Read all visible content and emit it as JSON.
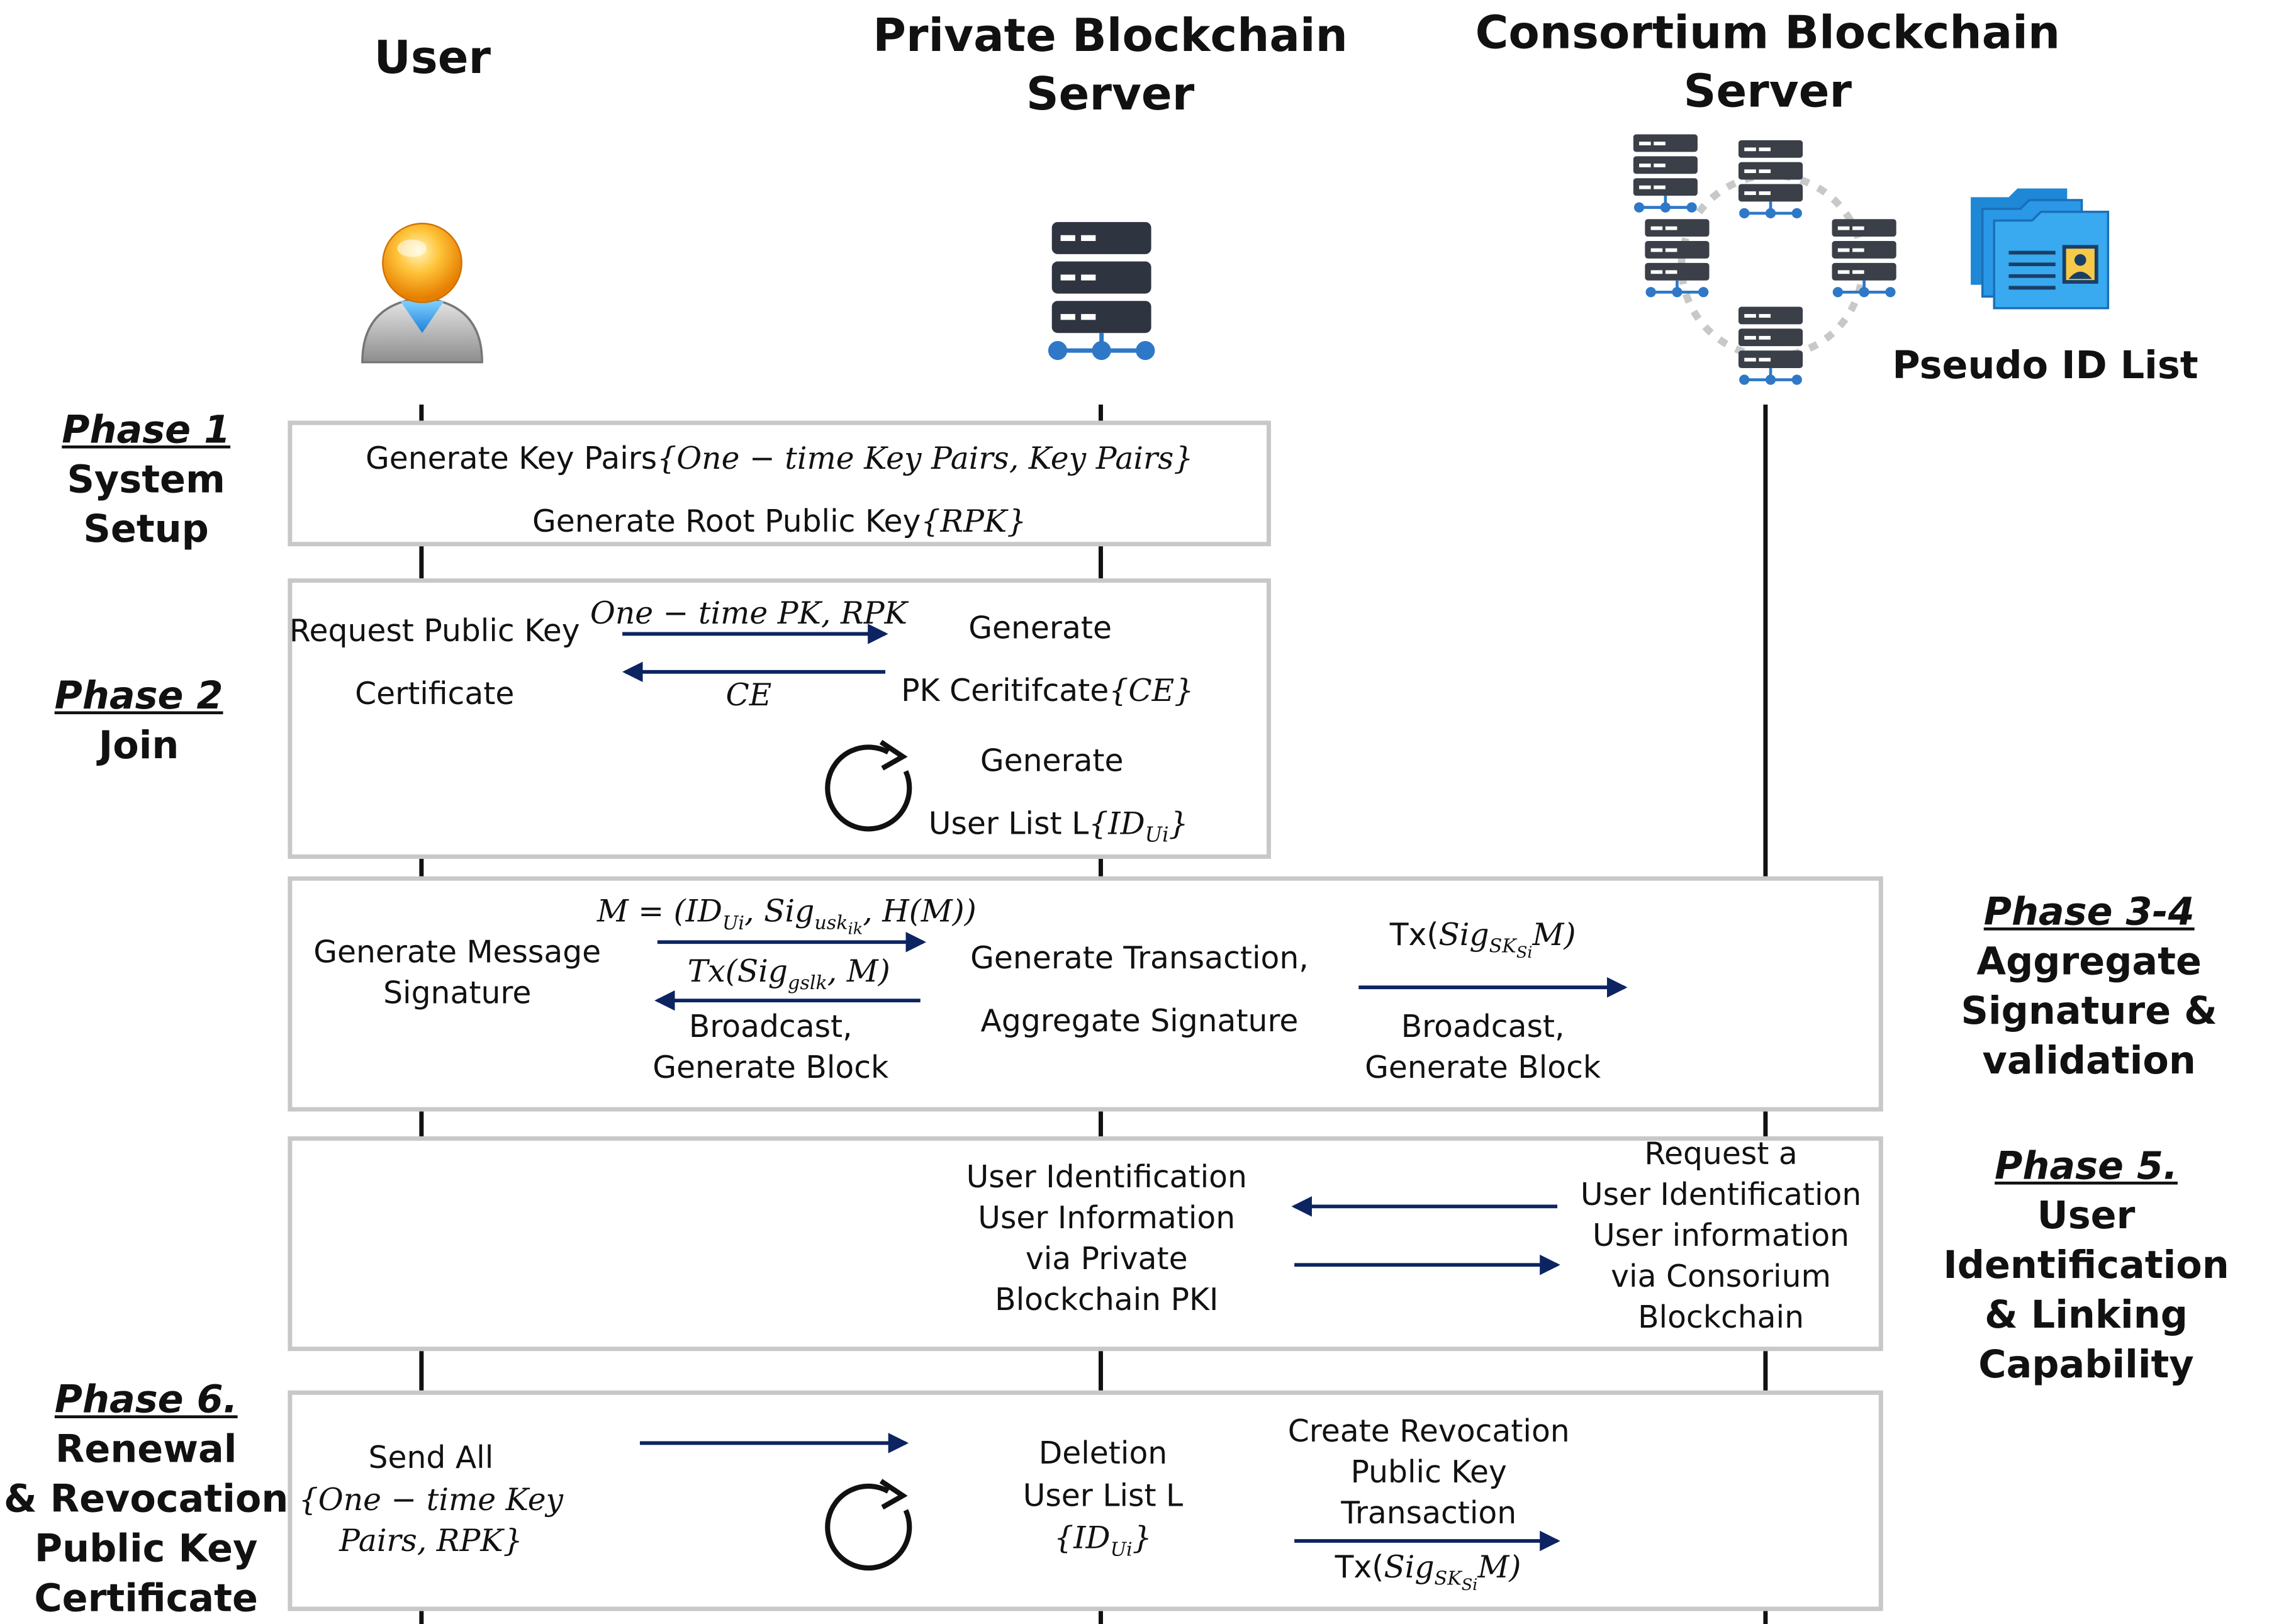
{
  "lanes": {
    "user": "User",
    "private": "Private Blockchain Server",
    "consortium": "Consortium Blockchain Server",
    "pseudo_id_list": "Pseudo ID List"
  },
  "icons": {
    "user": "user-avatar-icon",
    "private_server": "server-icon",
    "consortium_servers": "server-network-icon",
    "pseudo_id_list": "folder-contact-icon",
    "process": "refresh-cycle-icon"
  },
  "colors": {
    "arrow": "#0c2461",
    "box_border": "#c8c8c8",
    "lifeline": "#111111"
  },
  "phases": {
    "p1": {
      "name": "Phase 1",
      "lines": [
        "System",
        "Setup"
      ]
    },
    "p2": {
      "name": "Phase 2",
      "lines": [
        "Join"
      ]
    },
    "p34": {
      "name": "Phase 3-4",
      "lines": [
        "Aggregate",
        "Signature &",
        "validation"
      ]
    },
    "p5": {
      "name": "Phase 5.",
      "lines": [
        "User Identification",
        "& Linking",
        "Capability"
      ]
    },
    "p6": {
      "name": "Phase 6.",
      "lines": [
        "Renewal",
        "& Revocation",
        "Public Key",
        "Certificate"
      ]
    }
  },
  "steps": {
    "s1_gen_keys_prefix": "Generate Key Pairs",
    "s1_gen_keys_math": "{One − time Key Pairs, Key Pairs}",
    "s1_root_prefix": "Generate Root Public Key",
    "s1_root_math": "{RPK}",
    "s2_request_1": "Request Public Key",
    "s2_request_2": "Certificate",
    "s2_msg_pk": "One − time PK, RPK",
    "s2_msg_ce": "CE",
    "s2_gen_1": "Generate",
    "s2_gen_2_prefix": "PK Ceritifcate",
    "s2_gen_2_math": "{CE}",
    "s2_list_1": "Generate",
    "s2_list_2_prefix": "User List L",
    "s2_list_2_math": "{ID",
    "s2_list_2_sub": "Ui",
    "s2_list_2_close": "}",
    "s3_gen_msg_1": "Generate Message",
    "s3_gen_msg_2": "Signature",
    "s3_msg_m_1": "M = (ID",
    "s3_msg_m_sub1": "Ui",
    "s3_msg_m_2": ", Sig",
    "s3_msg_m_sub2": "usk",
    "s3_msg_m_sub3": "ik",
    "s3_msg_m_3": ", H(M))",
    "s3_msg_tx_1": "Tx(Sig",
    "s3_msg_tx_sub": "gslk",
    "s3_msg_tx_2": ", M)",
    "s3_broadcast_1": "Broadcast,",
    "s3_broadcast_2": "Generate Block",
    "s3_gen_tx_1": "Generate Transaction,",
    "s3_gen_tx_2": "Aggregate Signature",
    "s3_tx2_1": "Tx(",
    "s3_tx2_sig": "Sig",
    "s3_tx2_sub1": "SK",
    "s3_tx2_sub2": "Si",
    "s3_tx2_2": "M)",
    "s3_broadcast2_1": "Broadcast,",
    "s3_broadcast2_2": "Generate Block",
    "s5_left": [
      "User Identification",
      "User Information",
      "via Private",
      "Blockchain PKI"
    ],
    "s5_right": [
      "Request a",
      "User Identification",
      "User information",
      "via Consorium",
      "Blockchain"
    ],
    "s6_send_1": "Send All",
    "s6_send_2": "{One − time Key",
    "s6_send_3": "Pairs, RPK}",
    "s6_del_1": "Deletion",
    "s6_del_2": "User List L",
    "s6_del_3_open": "{ID",
    "s6_del_3_sub": "Ui",
    "s6_del_3_close": "}",
    "s6_create": [
      "Create Revocation",
      "Public Key",
      "Transaction"
    ],
    "s6_tx_1": "Tx(",
    "s6_tx_sig": "Sig",
    "s6_tx_sub1": "SK",
    "s6_tx_sub2": "Si",
    "s6_tx_2": "M)"
  }
}
